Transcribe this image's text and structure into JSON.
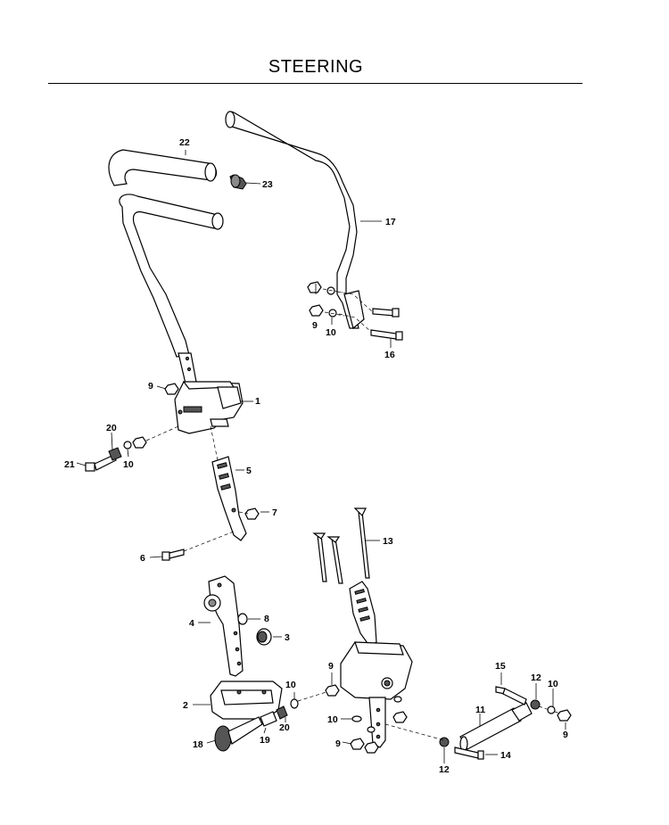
{
  "header": {
    "title": "STEERING"
  },
  "callouts": {
    "c1": "1",
    "c2": "2",
    "c3": "3",
    "c4": "4",
    "c5": "5",
    "c6": "6",
    "c7": "7",
    "c8": "8",
    "c9a": "9",
    "c9b": "9",
    "c9c": "9",
    "c9d": "9",
    "c9e": "9",
    "c10a": "10",
    "c10b": "10",
    "c10c": "10",
    "c10d": "10",
    "c10e": "10",
    "c11": "11",
    "c12a": "12",
    "c12b": "12",
    "c13": "13",
    "c14": "14",
    "c15": "15",
    "c16": "16",
    "c17": "17",
    "c18": "18",
    "c19": "19",
    "c20a": "20",
    "c20b": "20",
    "c21": "21",
    "c22": "22",
    "c23": "23"
  }
}
